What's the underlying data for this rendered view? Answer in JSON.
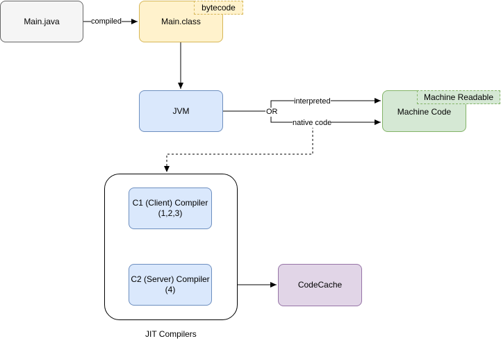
{
  "nodes": {
    "main_java": "Main.java",
    "main_class": "Main.class",
    "jvm": "JVM",
    "machine_code": "Machine Code",
    "c1": "C1 (Client) Compiler\n(1,2,3)",
    "c2": "C2 (Server) Compiler\n(4)",
    "code_cache": "CodeCache"
  },
  "tags": {
    "bytecode": "bytecode",
    "machine_readable": "Machine Readable"
  },
  "edges": {
    "compiled": "compiled",
    "or": "OR",
    "interpreted": "interpreted",
    "native_code": "native code"
  },
  "group": {
    "label": "JIT Compilers"
  },
  "colors": {
    "gray": "#f5f5f5",
    "yellow": "#fff2cc",
    "blue": "#dae8fc",
    "green": "#d5e8d4",
    "purple": "#e1d5e7"
  }
}
